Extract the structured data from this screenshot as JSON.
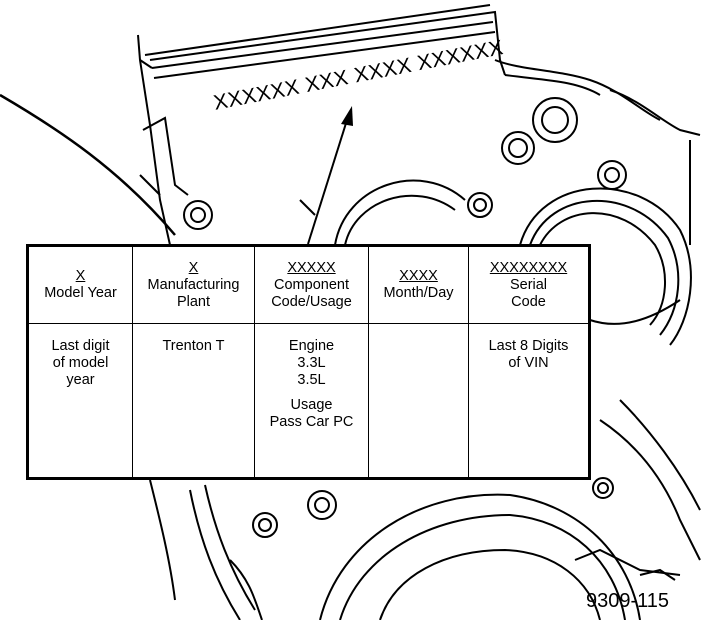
{
  "stamp": "XXXXXX XXX XXXX XXXXXX",
  "figure_id": "9309-115",
  "columns": [
    {
      "code": "X",
      "title": [
        "Model Year"
      ],
      "desc": [
        "Last digit",
        "of model",
        "year"
      ]
    },
    {
      "code": "X",
      "title": [
        "Manufacturing",
        "Plant"
      ],
      "desc": [
        "Trenton T"
      ]
    },
    {
      "code": "XXXXX",
      "title": [
        "Component",
        "Code/Usage"
      ],
      "desc": [
        "Engine",
        "3.3L",
        "3.5L",
        "",
        "Usage",
        "Pass Car PC"
      ]
    },
    {
      "code": "XXXX",
      "title": [
        "Month/Day"
      ],
      "desc": []
    },
    {
      "code": "XXXXXXXX",
      "title": [
        "Serial",
        "Code"
      ],
      "desc": [
        "Last 8 Digits",
        "of VIN"
      ]
    }
  ]
}
